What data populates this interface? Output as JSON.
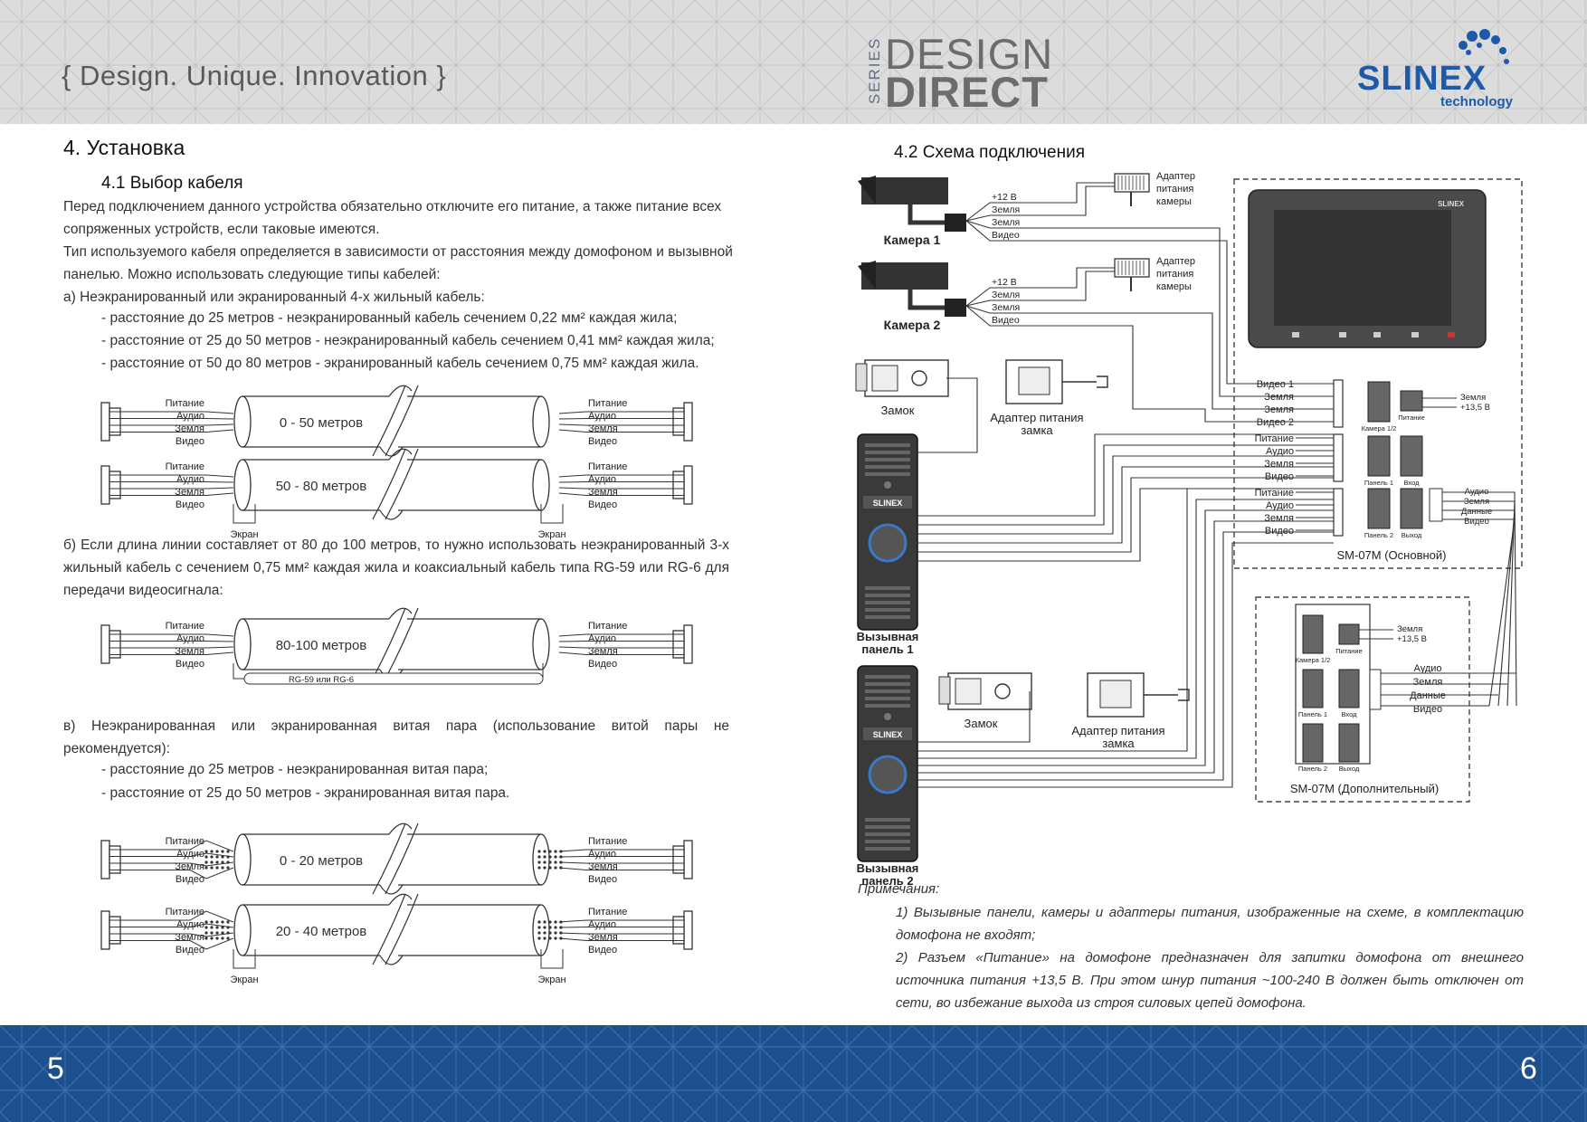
{
  "header": {
    "tagline": "{ Design. Unique. Innovation }",
    "series_word": "SERIES",
    "design_word": "DESIGN",
    "direct_word": "DIRECT",
    "brand": "SLINEX",
    "brand_sub": "technology",
    "colors": {
      "brand_blue": "#1e5aa8",
      "header_bg": "#dcdcdc",
      "footer_bg": "#1c4f8e"
    }
  },
  "left_page": {
    "page_number": "5",
    "heading": "4. Установка",
    "subheading": "4.1 Выбор кабеля",
    "intro_lines": [
      "Перед подключением данного устройства обязательно отключите его питание, а также питание всех",
      "сопряженных устройств, если таковые имеются.",
      "Тип используемого кабеля определяется в зависимости от расстояния между домофоном и вызывной",
      "панелью. Можно использовать следующие типы кабелей:",
      "а) Неэкранированный или экранированный 4-х жильный кабель:"
    ],
    "cable_a_items": [
      "- расстояние до 25 метров - неэкранированный кабель сечением 0,22 мм² каждая жила;",
      "- расстояние от 25 до 50 метров - неэкранированный кабель сечением 0,41 мм² каждая жила;",
      "- расстояние от 50 до 80 метров - экранированный кабель сечением 0,75 мм² каждая жила."
    ],
    "section_b": "б) Если длина линии составляет от 80 до 100 метров, то нужно использовать неэкранированный 3-х жильный кабель с сечением 0,75 мм² каждая жила и коаксиальный кабель типа RG-59 или RG-6 для передачи видеосигнала:",
    "section_c": "в) Неэкранированная или экранированная витая пара (использование витой пары не рекомендуется):",
    "cable_c_items": [
      "- расстояние до 25 метров - неэкранированная витая пара;",
      "- расстояние от 25 до 50 метров - экранированная витая пара."
    ],
    "wire_labels": [
      "Питание",
      "Аудио",
      "Земля",
      "Видео"
    ],
    "shield_label": "Экран",
    "coax_label": "RG-59 или RG-6",
    "cable_1_label": "0 - 50 метров",
    "cable_2_label": "50 - 80 метров",
    "cable_3_label": "80-100 метров",
    "cable_4_label": "0 - 20 метров",
    "cable_5_label": "20 - 40 метров"
  },
  "right_page": {
    "page_number": "6",
    "heading": "4.2 Схема подключения",
    "camera1": "Камера 1",
    "camera2": "Камера 2",
    "cam_wires": [
      "+12 В",
      "Земля",
      "Земля",
      "Видео"
    ],
    "cam_adapter": [
      "Адаптер",
      "питания",
      "камеры"
    ],
    "lock": "Замок",
    "lock_adapter": [
      "Адаптер питания",
      "замка"
    ],
    "panel1": [
      "Вызывная",
      "панель 1"
    ],
    "panel2": [
      "Вызывная",
      "панель 2"
    ],
    "panel_brand": "SLINEX",
    "monitor_brand": "SLINEX",
    "main_left_wires_top": [
      "Видео 1",
      "Земля",
      "Земля",
      "Видео 2"
    ],
    "main_left_wires_mid": [
      "Питание",
      "Аудио",
      "Земля",
      "Видео"
    ],
    "main_left_wires_bot": [
      "Питание",
      "Аудио",
      "Земля",
      "Видео"
    ],
    "main_power_labels": [
      "Земля",
      "+13,5 В"
    ],
    "main_conn_labels": [
      "Камера 1/2",
      "Питание",
      "Панель 1",
      "Вход",
      "Панель 2",
      "Выход"
    ],
    "main_right_wires": [
      "Аудио",
      "Земля",
      "Данные",
      "Видео"
    ],
    "main_caption": "SM-07M (Основной)",
    "extra_power_labels": [
      "Земля",
      "+13,5 В"
    ],
    "extra_conn_labels": [
      "Камера 1/2",
      "Питание",
      "Панель 1",
      "Вход",
      "Панель 2",
      "Выход"
    ],
    "extra_wires": [
      "Аудио",
      "Земля",
      "Данные",
      "Видео"
    ],
    "extra_caption": "SM-07M (Дополнительный)",
    "notes_title": "Примечания:",
    "note1": "1) Вызывные панели, камеры и адаптеры питания, изображенные на схеме, в комплектацию домофона не входят;",
    "note2": "2) Разъем «Питание» на домофоне предназначен для запитки домофона от внешнего источника питания +13,5 В. При этом шнур питания ~100-240 В должен быть отключен от сети, во избежание выхода из строя силовых цепей домофона."
  }
}
